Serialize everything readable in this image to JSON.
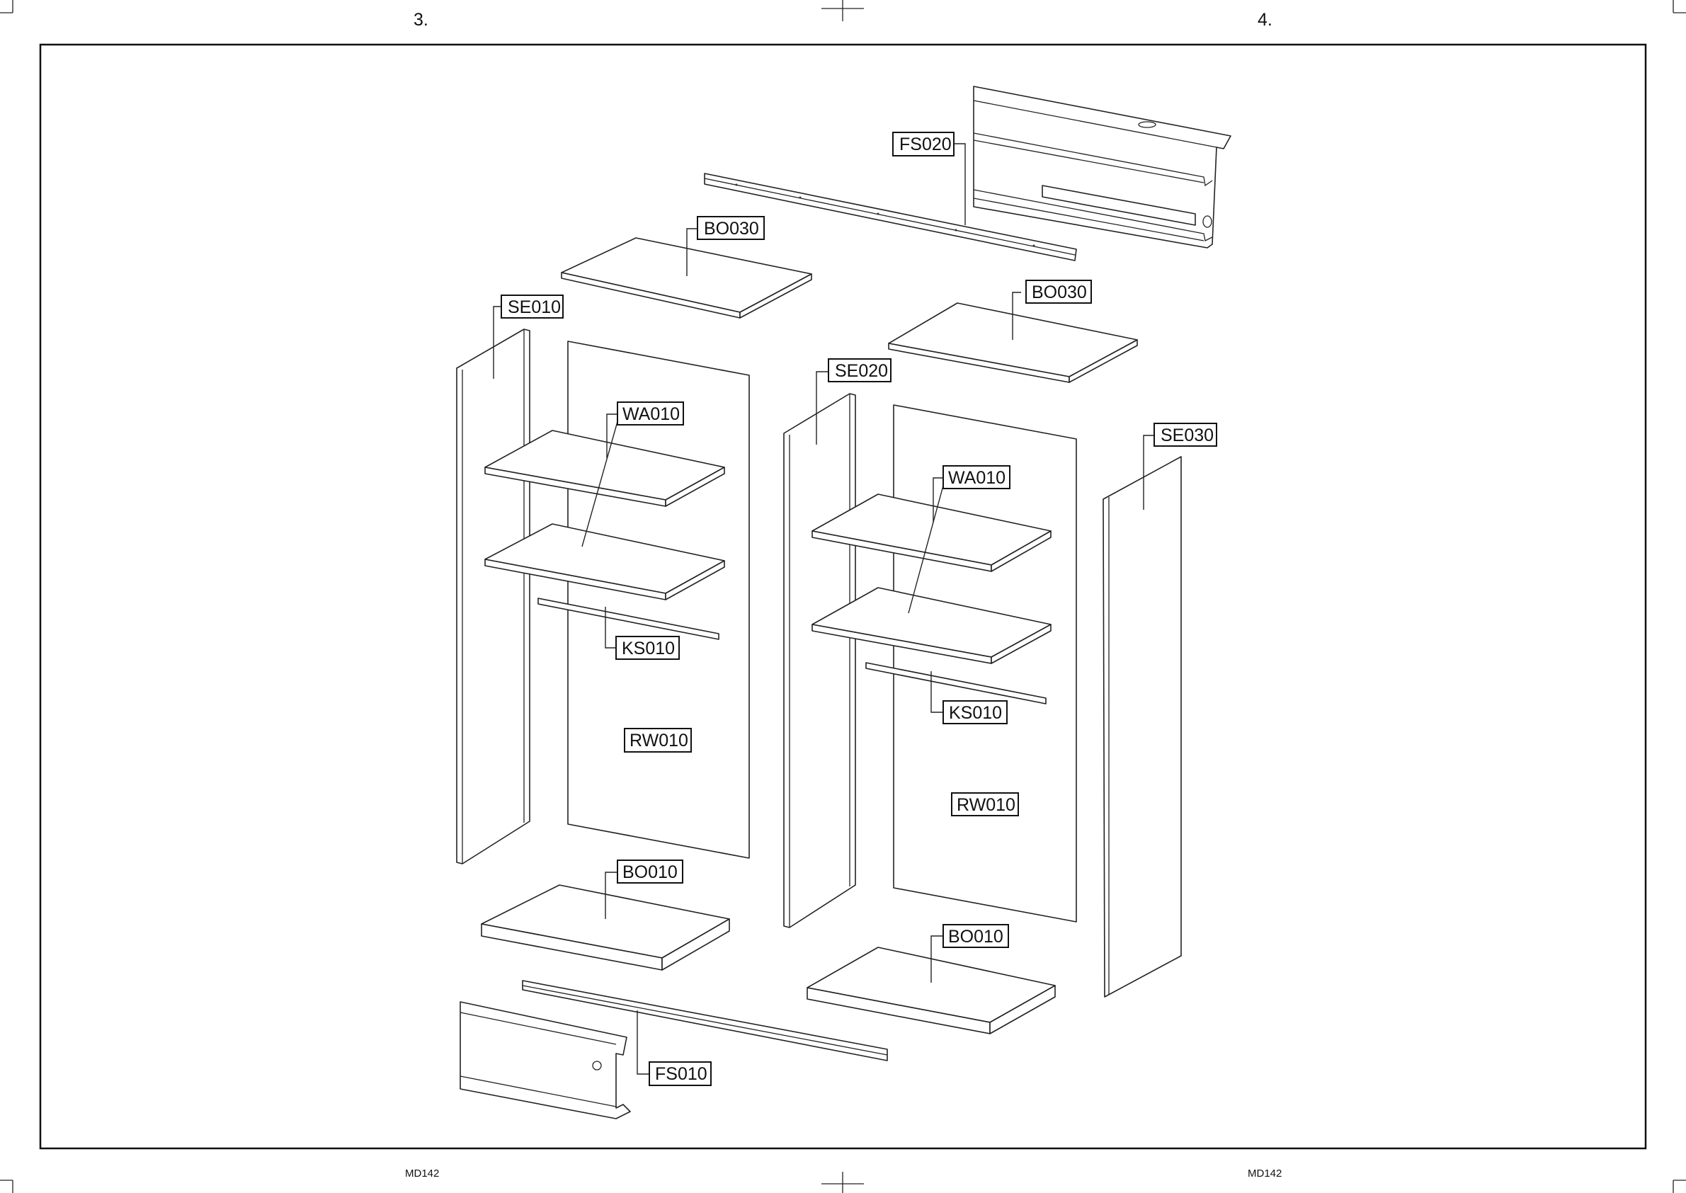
{
  "sheet": {
    "page_left": "3.",
    "page_right": "4.",
    "model_left": "MD142",
    "model_right": "MD142"
  },
  "parts": {
    "fs020": "FS020",
    "bo030_left": "BO030",
    "bo030_right": "BO030",
    "se010": "SE010",
    "se020": "SE020",
    "se030": "SE030",
    "wa010_left": "WA010",
    "wa010_right": "WA010",
    "ks010_left": "KS010",
    "ks010_right": "KS010",
    "rw010_left": "RW010",
    "rw010_right": "RW010",
    "bo010_left": "BO010",
    "bo010_right": "BO010",
    "fs010": "FS010"
  }
}
